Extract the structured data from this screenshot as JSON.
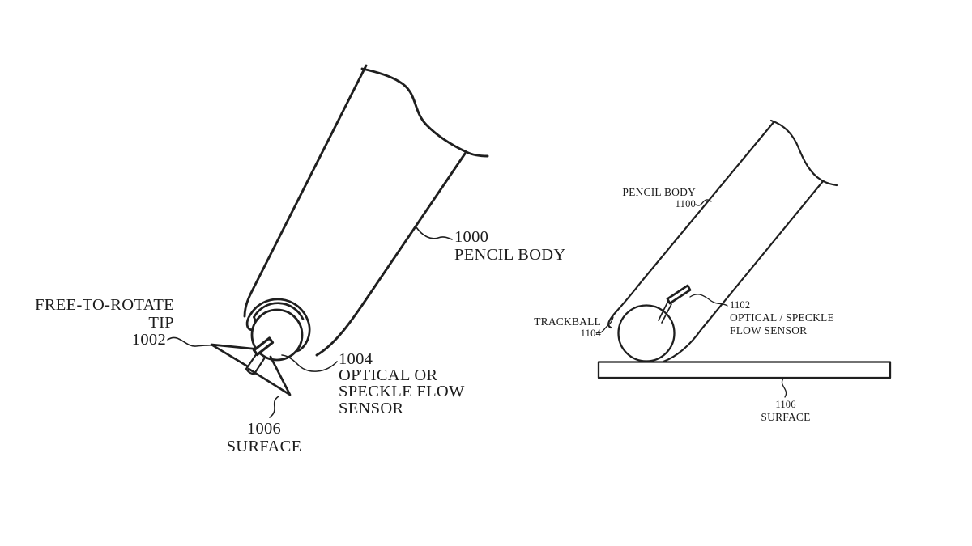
{
  "colors": {
    "ink": "#1f1f1f",
    "background": "#ffffff"
  },
  "fig_left": {
    "tip_label_line1": "FREE-TO-ROTATE",
    "tip_label_line2": "TIP",
    "tip_ref": "1002",
    "body_ref": "1000",
    "body_label": "PENCIL BODY",
    "sensor_ref": "1004",
    "sensor_label_line1": "OPTICAL OR",
    "sensor_label_line2": "SPECKLE FLOW",
    "sensor_label_line3": "SENSOR",
    "surface_ref": "1006",
    "surface_label": "SURFACE"
  },
  "fig_right": {
    "body_label": "PENCIL BODY",
    "body_ref": "1100",
    "sensor_ref": "1102",
    "sensor_label_line1": "OPTICAL / SPECKLE",
    "sensor_label_line2": "FLOW SENSOR",
    "trackball_label": "TRACKBALL",
    "trackball_ref": "1104",
    "surface_ref": "1106",
    "surface_label": "SURFACE"
  }
}
